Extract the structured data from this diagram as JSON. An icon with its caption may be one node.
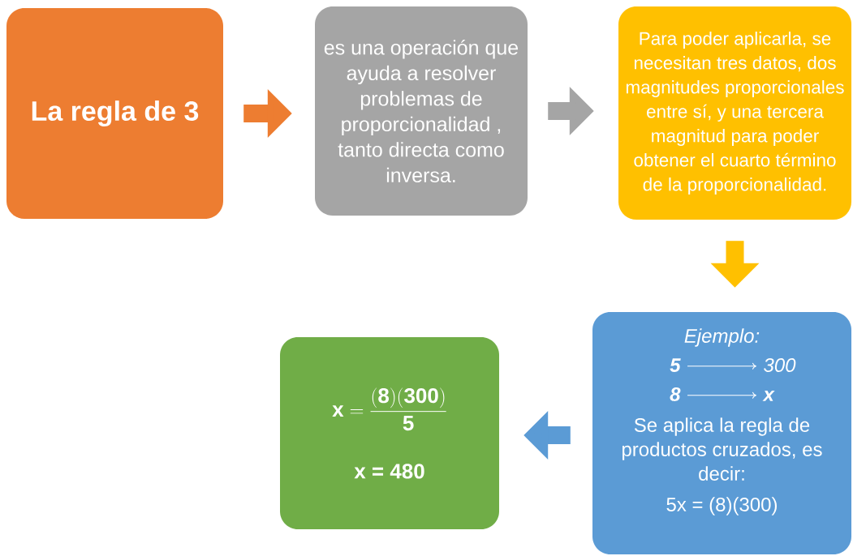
{
  "diagram": {
    "nodes": [
      {
        "text": [
          "La regla de 3"
        ]
      },
      {
        "text": [
          "es una operación que ayuda a resolver problemas de proporcionalidad , tanto directa como inversa."
        ]
      },
      {
        "text": [
          "Para poder aplicarla, se necesitan tres datos, dos magnitudes proporcionales entre sí, y una tercera magnitud para poder obtener el cuarto término de la proporcionalidad."
        ]
      },
      {
        "text": [
          "Ejemplo:",
          "5",
          "300",
          "8",
          "x",
          "Se aplica la regla de productos cruzados, es decir:",
          "5x = (8)(300)"
        ]
      },
      {
        "text": [
          "\\mathbf{x}=\\frac{\\mathbf{(8)(300)}}{\\mathbf{5}}",
          "x = 480"
        ]
      }
    ],
    "edges": [
      {
        "from": 0,
        "to": 1,
        "arrow": "to",
        "color": "#ed7d31"
      },
      {
        "from": 1,
        "to": 2,
        "arrow": "to",
        "color": "#a5a5a5"
      },
      {
        "from": 2,
        "to": 3,
        "arrow": "to",
        "color": "#ffc000"
      },
      {
        "from": 3,
        "to": 4,
        "arrow": "to",
        "color": "#5b9bd5"
      }
    ]
  }
}
